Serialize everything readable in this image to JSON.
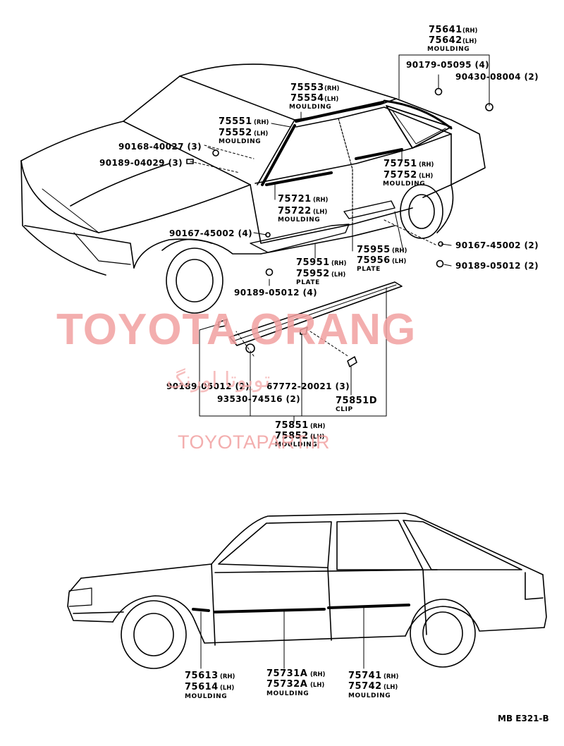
{
  "watermark": {
    "brand": "TOYOTA ORANG",
    "persian": "تویوتا اورنگ",
    "url": "TOYOTAPART.IR"
  },
  "drawing_code": "MB E321-B",
  "labels": {
    "p75641": "75641",
    "p75641s": "(RH)",
    "p75642": "75642",
    "p75642s": "(LH)",
    "roof_moulding": "MOULDING",
    "p90179": "90179-05095 (4)",
    "p90430": "90430-08004 (2)",
    "p75553": "75553",
    "p75553s": "(RH)",
    "p75554": "75554",
    "p75554s": "(LH)",
    "m75553": "MOULDING",
    "p75551": "75551",
    "p75551s": "(RH)",
    "p75552": "75552",
    "p75552s": "(LH)",
    "m75551": "MOULDING",
    "p90168": "90168-40027 (3)",
    "p90189a": "90189-04029 (3)",
    "p75751": "75751",
    "p75751s": "(RH)",
    "p75752": "75752",
    "p75752s": "(LH)",
    "m75751": "MOULDING",
    "p75721": "75721",
    "p75721s": "(RH)",
    "p75722": "75722",
    "p75722s": "(LH)",
    "m75721": "MOULDING",
    "p90167a": "90167-45002 (4)",
    "p75955": "75955",
    "p75955s": "(RH)",
    "p75956": "75956",
    "p75956s": "(LH)",
    "pl75955": "PLATE",
    "p90167b": "90167-45002 (2)",
    "p90189b": "90189-05012 (2)",
    "p75951": "75951",
    "p75951s": "(RH)",
    "p75952": "75952",
    "p75952s": "(LH)",
    "pl75951": "PLATE",
    "p90189c": "90189-05012 (4)",
    "p90189d": "90189-05012 (2)",
    "p67772": "67772-20021 (3)",
    "p93530": "93530-74516 (2)",
    "p75851d": "75851D",
    "clip": "CLIP",
    "p75851": "75851",
    "p75851s": "(RH)",
    "p75852": "75852",
    "p75852s": "(LH)",
    "m75851": "MOULDING",
    "p75613": "75613",
    "p75613s": "(RH)",
    "p75614": "75614",
    "p75614s": "(LH)",
    "m75613": "MOULDING",
    "p75731": "75731A",
    "p75731s": "(RH)",
    "p75732": "75732A",
    "p75732s": "(LH)",
    "m75731": "MOULDING",
    "p75741": "75741",
    "p75741s": "(RH)",
    "p75742": "75742",
    "p75742s": "(LH)",
    "m75741": "MOULDING"
  }
}
